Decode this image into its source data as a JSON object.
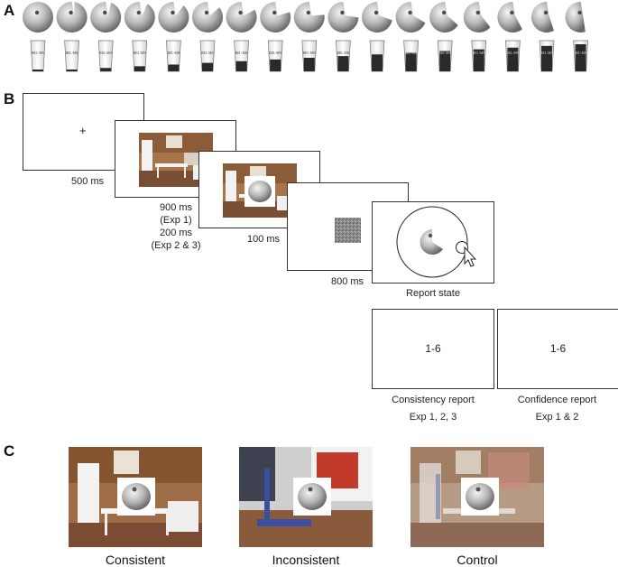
{
  "panels": {
    "a": "A",
    "b": "B",
    "c": "C"
  },
  "panel_a": {
    "apple_count": 17,
    "glass_count": 17,
    "glass_label": "BEL-MN"
  },
  "panel_b": {
    "frame1": {
      "fixation": "+",
      "caption": "500 ms"
    },
    "frame2": {
      "caption_lines": [
        "900 ms",
        "(Exp 1)",
        "200 ms",
        "(Exp 2 & 3)"
      ]
    },
    "frame3": {
      "caption": "100 ms"
    },
    "frame4": {
      "caption": "800 ms"
    },
    "frame5": {
      "caption": "Report state"
    },
    "consistency": {
      "scale": "1-6",
      "caption": "Consistency report",
      "exp": "Exp 1, 2, 3"
    },
    "confidence": {
      "scale": "1-6",
      "caption": "Confidence report",
      "exp": "Exp 1 & 2"
    }
  },
  "panel_c": {
    "conditions": [
      "Consistent",
      "Inconsistent",
      "Control"
    ]
  },
  "colors": {
    "frame_border": "#333333",
    "wall_kitchen": "#a8744a",
    "floor": "#8a5a3c",
    "garage_wall": "#c8c8c8",
    "red_panel": "#c23a2a"
  }
}
